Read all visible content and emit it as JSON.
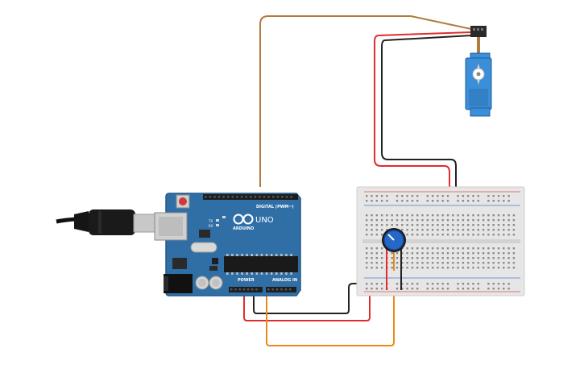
{
  "arduino": {
    "board_label": "UNO",
    "brand_label": "ARDUINO",
    "digital_header_label": "DIGITAL (PWM~)",
    "power_label": "POWER",
    "analog_label": "ANALOG IN",
    "tx_label": "TX",
    "rx_label": "RX"
  },
  "colors": {
    "board": "#2f6fa6",
    "board_edge": "#245a89",
    "header": "#1e1e1e",
    "wire_brown": "#b07d3e",
    "wire_red": "#e22c2c",
    "wire_black": "#222222",
    "wire_orange": "#e88a16",
    "servo": "#3a8fd8",
    "knob": "#2469c7",
    "breadboard": "#e6e6e6"
  },
  "components": {
    "usb_cable": "usb-cable",
    "servo": "micro-servo",
    "potentiometer": "rotary-potentiometer",
    "breadboard": "half-breadboard"
  }
}
